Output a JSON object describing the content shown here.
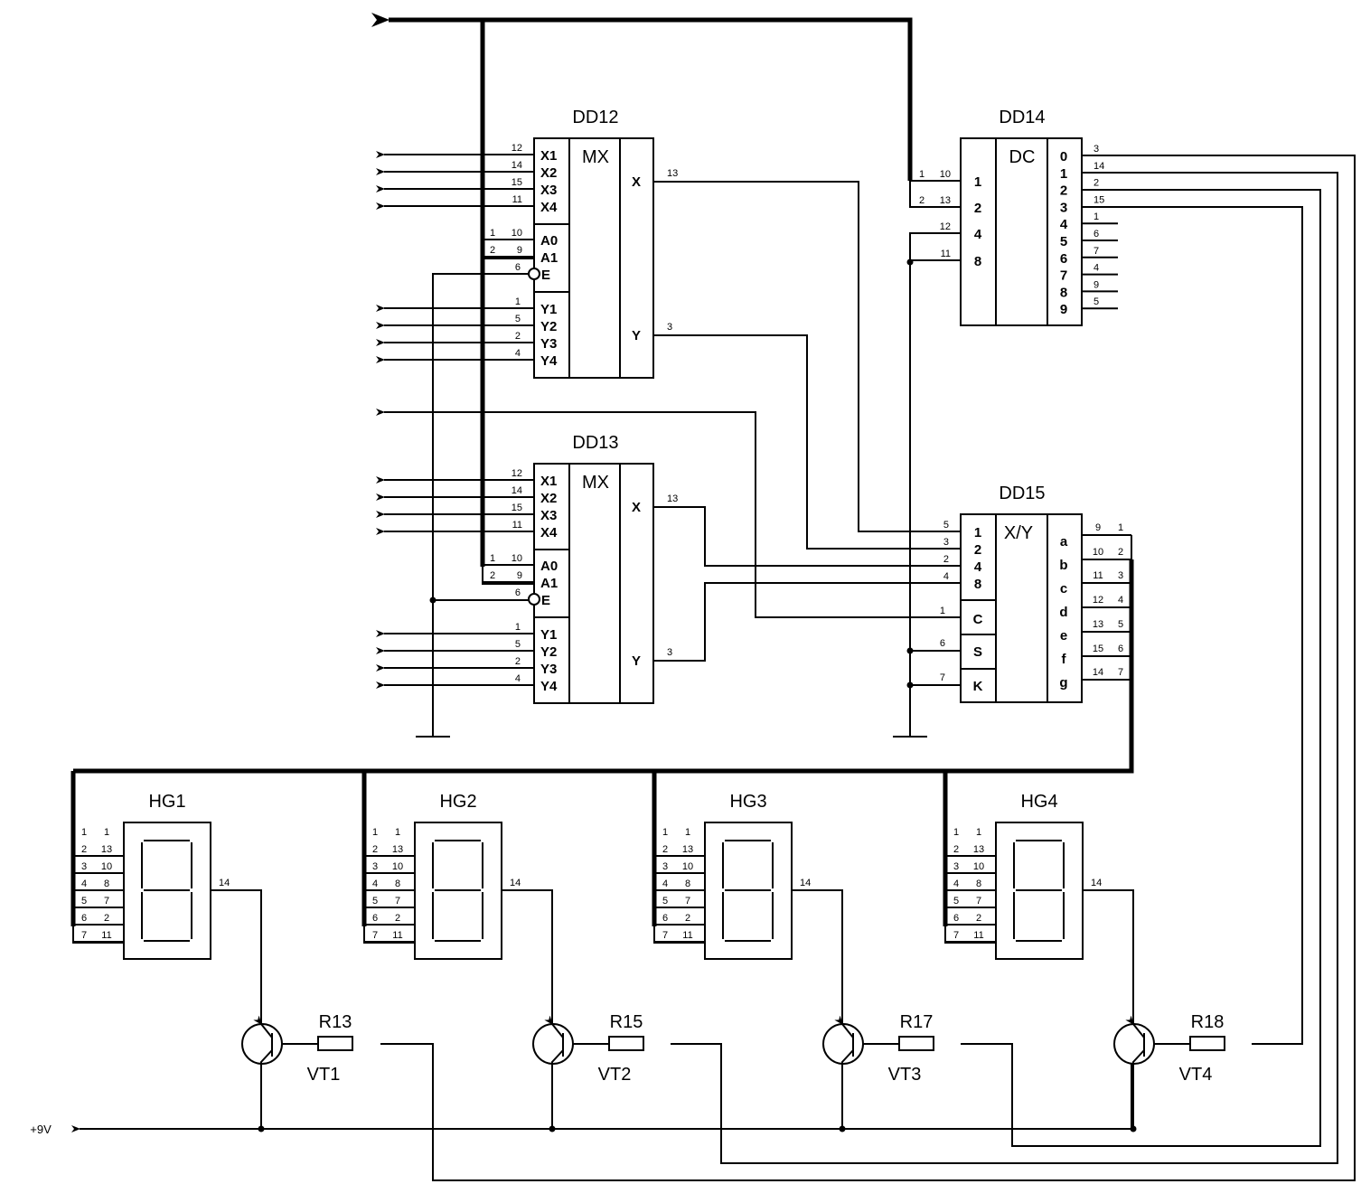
{
  "title": "Multiplexed 7-segment display schematic",
  "supply_label": "+9V",
  "ics": {
    "dd12": {
      "ref": "DD12",
      "function": "MX",
      "x_pins": [
        {
          "label": "X1",
          "num": "12"
        },
        {
          "label": "X2",
          "num": "14"
        },
        {
          "label": "X3",
          "num": "15"
        },
        {
          "label": "X4",
          "num": "11"
        }
      ],
      "a_pins": [
        {
          "label": "A0",
          "bus": "1",
          "num": "10"
        },
        {
          "label": "A1",
          "bus": "2",
          "num": "9"
        }
      ],
      "e_pin": {
        "label": "E",
        "num": "6"
      },
      "y_pins": [
        {
          "label": "Y1",
          "num": "1"
        },
        {
          "label": "Y2",
          "num": "5"
        },
        {
          "label": "Y3",
          "num": "2"
        },
        {
          "label": "Y4",
          "num": "4"
        }
      ],
      "out_x": {
        "label": "X",
        "num": "13"
      },
      "out_y": {
        "label": "Y",
        "num": "3"
      }
    },
    "dd13": {
      "ref": "DD13",
      "function": "MX",
      "x_pins": [
        {
          "label": "X1",
          "num": "12"
        },
        {
          "label": "X2",
          "num": "14"
        },
        {
          "label": "X3",
          "num": "15"
        },
        {
          "label": "X4",
          "num": "11"
        }
      ],
      "a_pins": [
        {
          "label": "A0",
          "bus": "1",
          "num": "10"
        },
        {
          "label": "A1",
          "bus": "2",
          "num": "9"
        }
      ],
      "e_pin": {
        "label": "E",
        "num": "6"
      },
      "y_pins": [
        {
          "label": "Y1",
          "num": "1"
        },
        {
          "label": "Y2",
          "num": "5"
        },
        {
          "label": "Y3",
          "num": "2"
        },
        {
          "label": "Y4",
          "num": "4"
        }
      ],
      "out_x": {
        "label": "X",
        "num": "13"
      },
      "out_y": {
        "label": "Y",
        "num": "3"
      }
    },
    "dd14": {
      "ref": "DD14",
      "function": "DC",
      "inputs": [
        {
          "label": "1",
          "bus": "1",
          "num": "10"
        },
        {
          "label": "2",
          "bus": "2",
          "num": "13"
        },
        {
          "label": "4",
          "num": "12"
        },
        {
          "label": "8",
          "num": "11"
        }
      ],
      "outputs": [
        {
          "label": "0",
          "num": "3"
        },
        {
          "label": "1",
          "num": "14"
        },
        {
          "label": "2",
          "num": "2"
        },
        {
          "label": "3",
          "num": "15"
        },
        {
          "label": "4",
          "num": "1"
        },
        {
          "label": "5",
          "num": "6"
        },
        {
          "label": "6",
          "num": "7"
        },
        {
          "label": "7",
          "num": "4"
        },
        {
          "label": "8",
          "num": "9"
        },
        {
          "label": "9",
          "num": "5"
        }
      ]
    },
    "dd15": {
      "ref": "DD15",
      "function": "X/Y",
      "inputs": [
        {
          "label": "1",
          "num": "5"
        },
        {
          "label": "2",
          "num": "3"
        },
        {
          "label": "4",
          "num": "2"
        },
        {
          "label": "8",
          "num": "4"
        }
      ],
      "c_pin": {
        "label": "C",
        "num": "1"
      },
      "s_pin": {
        "label": "S",
        "num": "6"
      },
      "k_pin": {
        "label": "K",
        "num": "7"
      },
      "outputs": [
        {
          "label": "a",
          "num": "9",
          "bus": "1"
        },
        {
          "label": "b",
          "num": "10",
          "bus": "2"
        },
        {
          "label": "c",
          "num": "11",
          "bus": "3"
        },
        {
          "label": "d",
          "num": "12",
          "bus": "4"
        },
        {
          "label": "e",
          "num": "13",
          "bus": "5"
        },
        {
          "label": "f",
          "num": "15",
          "bus": "6"
        },
        {
          "label": "g",
          "num": "14",
          "bus": "7"
        }
      ]
    }
  },
  "displays": [
    {
      "ref": "HG1",
      "common_pin": "14",
      "pins": [
        {
          "bus": "1",
          "num": "1"
        },
        {
          "bus": "2",
          "num": "13"
        },
        {
          "bus": "3",
          "num": "10"
        },
        {
          "bus": "4",
          "num": "8"
        },
        {
          "bus": "5",
          "num": "7"
        },
        {
          "bus": "6",
          "num": "2"
        },
        {
          "bus": "7",
          "num": "11"
        }
      ]
    },
    {
      "ref": "HG2",
      "common_pin": "14",
      "pins": [
        {
          "bus": "1",
          "num": "1"
        },
        {
          "bus": "2",
          "num": "13"
        },
        {
          "bus": "3",
          "num": "10"
        },
        {
          "bus": "4",
          "num": "8"
        },
        {
          "bus": "5",
          "num": "7"
        },
        {
          "bus": "6",
          "num": "2"
        },
        {
          "bus": "7",
          "num": "11"
        }
      ]
    },
    {
      "ref": "HG3",
      "common_pin": "14",
      "pins": [
        {
          "bus": "1",
          "num": "1"
        },
        {
          "bus": "2",
          "num": "13"
        },
        {
          "bus": "3",
          "num": "10"
        },
        {
          "bus": "4",
          "num": "8"
        },
        {
          "bus": "5",
          "num": "7"
        },
        {
          "bus": "6",
          "num": "2"
        },
        {
          "bus": "7",
          "num": "11"
        }
      ]
    },
    {
      "ref": "HG4",
      "common_pin": "14",
      "pins": [
        {
          "bus": "1",
          "num": "1"
        },
        {
          "bus": "2",
          "num": "13"
        },
        {
          "bus": "3",
          "num": "10"
        },
        {
          "bus": "4",
          "num": "8"
        },
        {
          "bus": "5",
          "num": "7"
        },
        {
          "bus": "6",
          "num": "2"
        },
        {
          "bus": "7",
          "num": "11"
        }
      ]
    }
  ],
  "transistors": [
    {
      "ref": "VT1",
      "resistor": "R13"
    },
    {
      "ref": "VT2",
      "resistor": "R15"
    },
    {
      "ref": "VT3",
      "resistor": "R17"
    },
    {
      "ref": "VT4",
      "resistor": "R18"
    }
  ]
}
